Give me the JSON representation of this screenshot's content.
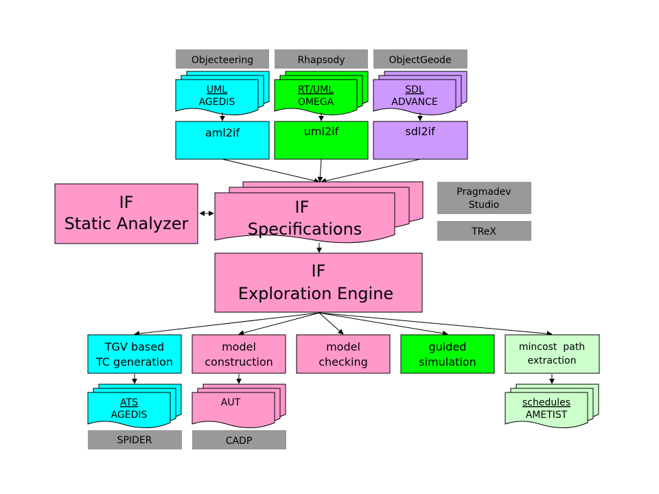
{
  "colors": {
    "cyan": "#00ffff",
    "green": "#00ff00",
    "purple": "#cc99ff",
    "pink": "#ff99cc",
    "lightgreen": "#ccffcc",
    "gray": "#999999",
    "stroke": "#000000",
    "arrow": "#000000"
  },
  "tools": {
    "objecteering": "Objecteering",
    "rhapsody": "Rhapsody",
    "objectgeode": "ObjectGeode",
    "pragmadev": [
      "Pragmadev",
      "Studio"
    ],
    "trex": "TReX",
    "spider": "SPIDER",
    "cadp": "CADP"
  },
  "inputs": {
    "uml": [
      "UML",
      "AGEDIS"
    ],
    "rtuml": [
      "RT/UML",
      "OMEGA"
    ],
    "sdl": [
      "SDL",
      "ADVANCE"
    ]
  },
  "translators": {
    "aml2if": "aml2if",
    "uml2if": "uml2if",
    "sdl2if": "sdl2if"
  },
  "core": {
    "static_analyzer": [
      "IF",
      "Static Analyzer"
    ],
    "specifications": [
      "IF",
      "Specifications"
    ],
    "exploration_engine": [
      "IF",
      "Exploration Engine"
    ]
  },
  "outputs": {
    "tgv": [
      "TGV based",
      "TC generation"
    ],
    "model_construction": [
      "model",
      "construction"
    ],
    "model_checking": [
      "model",
      "checking"
    ],
    "guided_simulation": [
      "guided",
      "simulation"
    ],
    "mincost": [
      "mincost  path",
      "extraction"
    ]
  },
  "results": {
    "ats": [
      "ATS",
      "AGEDIS"
    ],
    "aut": "AUT",
    "schedules": [
      "schedules",
      "AMETIST"
    ]
  }
}
